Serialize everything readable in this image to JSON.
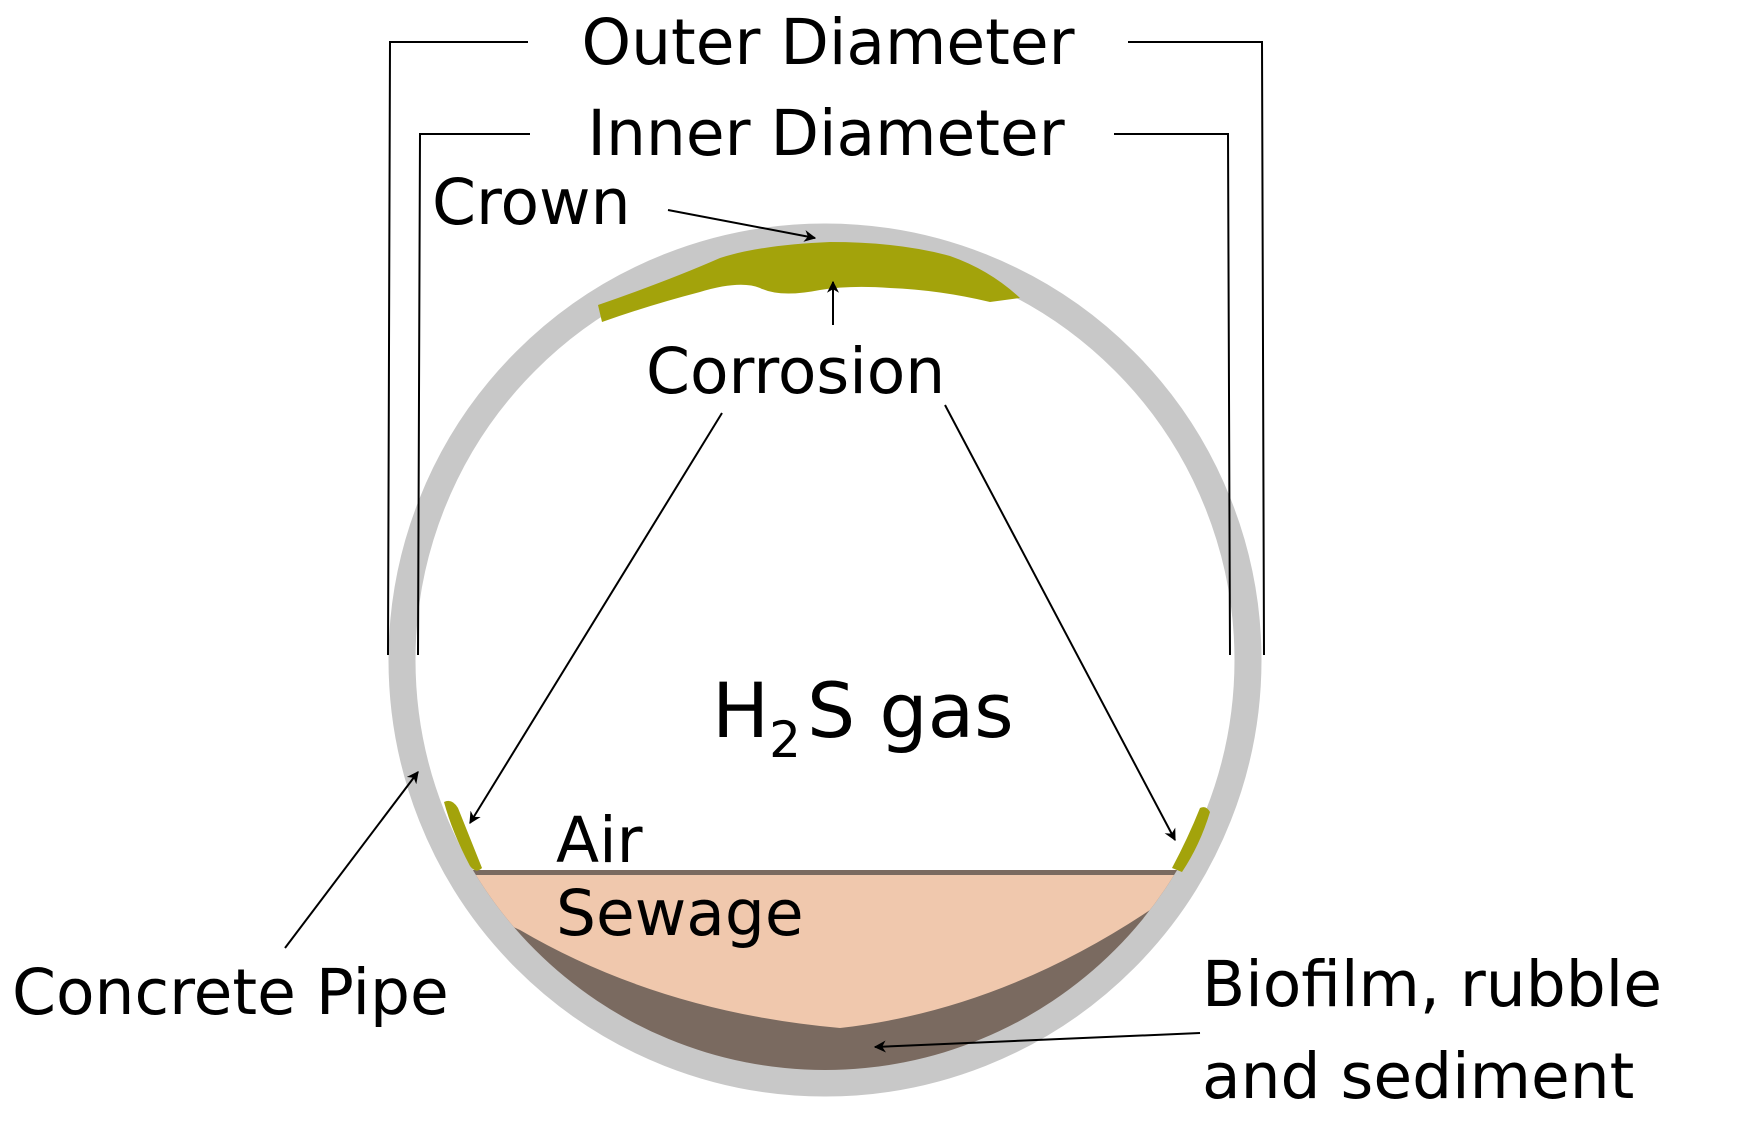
{
  "labels": {
    "outer_diameter": "Outer Diameter",
    "inner_diameter": "Inner Diameter",
    "crown": "Crown",
    "corrosion": "Corrosion",
    "gas": {
      "prefix": "H",
      "subscript": "2",
      "suffix": "S gas"
    },
    "air": "Air",
    "sewage": "Sewage",
    "concrete_pipe": "Concrete Pipe",
    "biofilm": {
      "line1": "Biofilm, rubble",
      "line2": "and sediment"
    }
  },
  "colors": {
    "pipe_wall": "#c8c8c8",
    "corrosion": "#a3a30b",
    "sewage": "#f0c8ad",
    "sediment": "#7a6a60",
    "line": "#000000",
    "background": "#ffffff"
  },
  "icons": {
    "arrowhead": "arrow-head-icon"
  }
}
